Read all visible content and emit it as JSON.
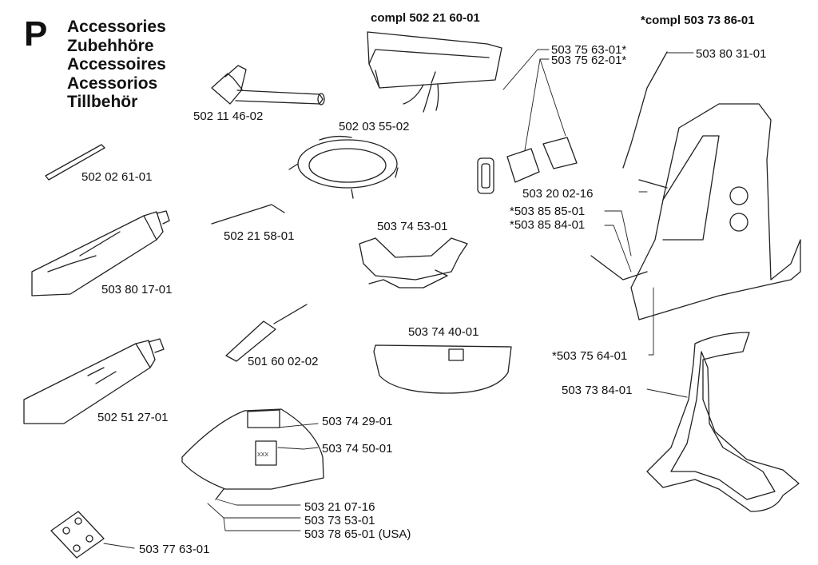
{
  "section_letter": "P",
  "titles": [
    "Accessories",
    "Zubehhöre",
    "Accessoires",
    "Acessorios",
    "Tillbehör"
  ],
  "kits": {
    "bag_kit": "compl 502 21 60-01",
    "harness_kit": "*compl 503 73 86-01"
  },
  "parts": {
    "wrench": "502 11 46-02",
    "bag": "502 03 55-02",
    "rod": "502 02 61-01",
    "wire_pin": "502 21 58-01",
    "grease_tube_a": "503 80 17-01",
    "grease_tube_b": "502 51 27-01",
    "screwdriver": "501 60 02-02",
    "shield_insert": "503 74 53-01",
    "hip_pad": "503 74 40-01",
    "guard": "503 74 29-01",
    "guard_decal": "503 74 50-01",
    "screw": "503 21 07-16",
    "guard_screw": "503 73 53-01",
    "guard_screw_usa": "503 78 65-01 (USA)",
    "pad_decal": "503 77 63-01",
    "buckle_a": "503 75 63-01*",
    "buckle_b": "503 75 62-01*",
    "strap": "503 80 31-01",
    "harness_screw": "503 20 02-16",
    "harness_part_a": "*503 85 85-01",
    "harness_part_b": "*503 85 84-01",
    "hook": "*503 75 64-01",
    "support_frame": "503 73 84-01"
  },
  "decal_text": "XXX"
}
